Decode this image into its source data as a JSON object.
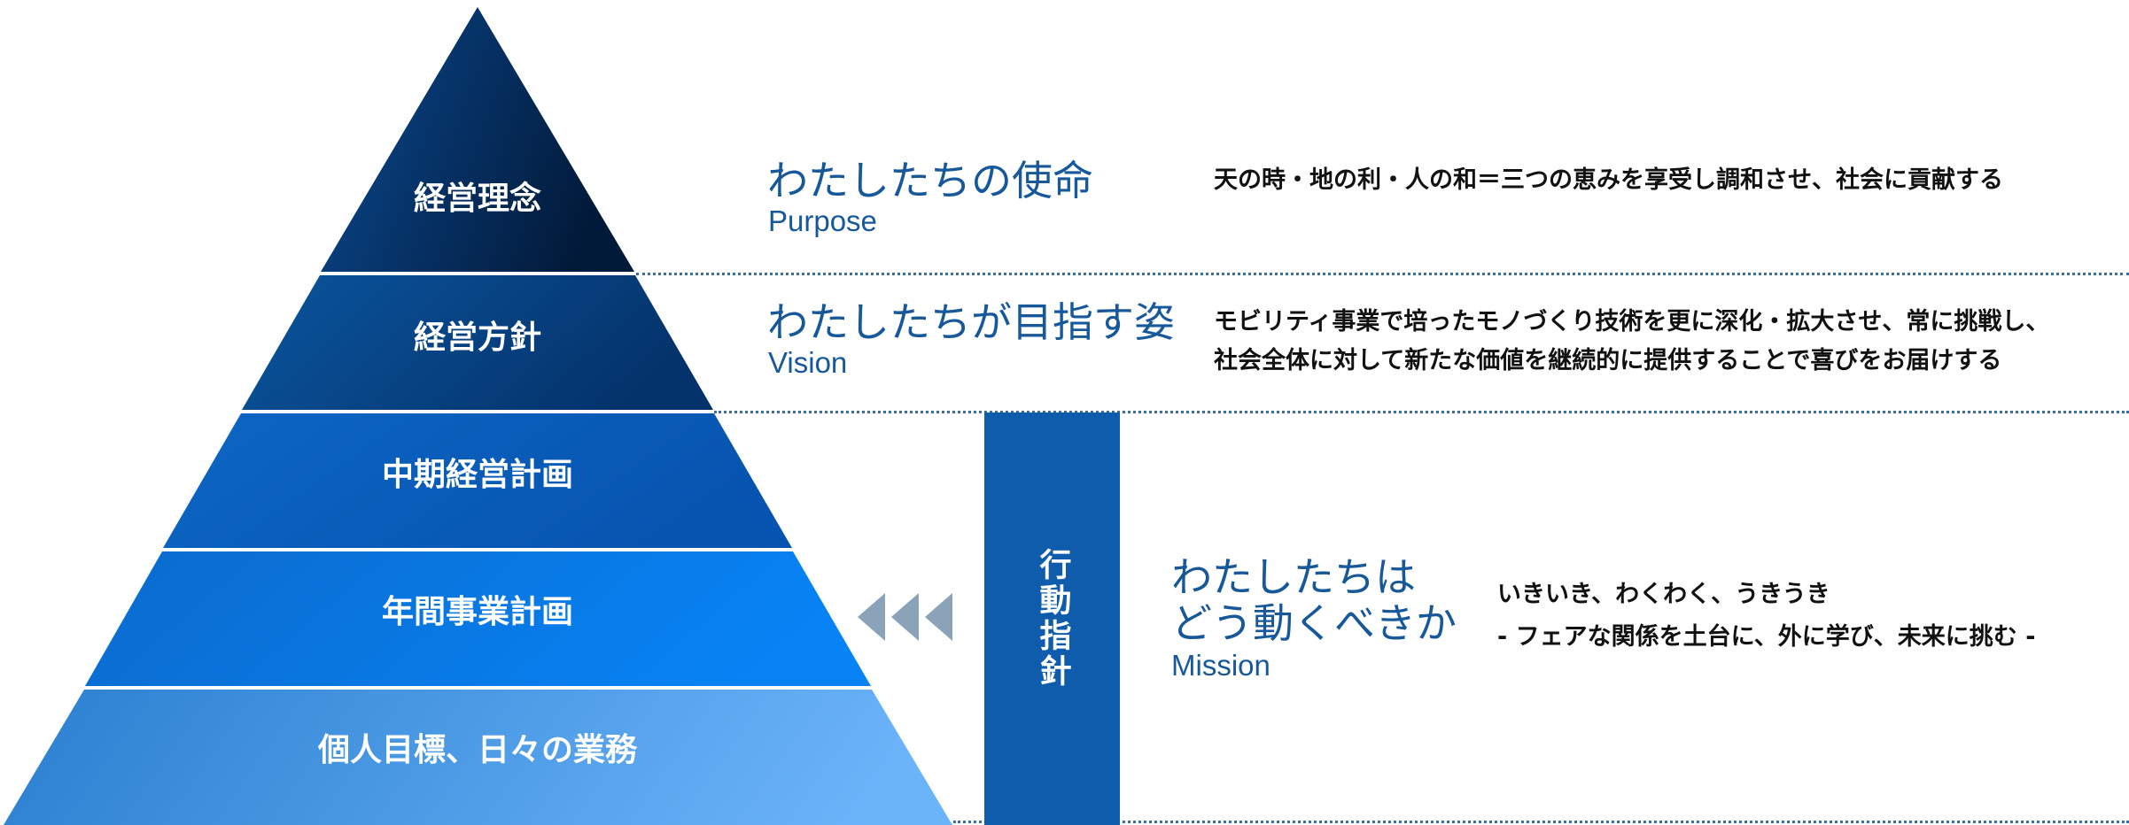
{
  "pyramid": {
    "levels": [
      {
        "label": "経営理念"
      },
      {
        "label": "経営方針"
      },
      {
        "label": "中期経営計画"
      },
      {
        "label": "年間事業計画"
      },
      {
        "label": "個人目標、日々の業務"
      }
    ],
    "colors": [
      "#03244e",
      "#063e7f",
      "#0a5bb8",
      "#0a78e0",
      "#64acf4"
    ]
  },
  "purpose": {
    "title": "わたしたちの使命",
    "subtitle": "Purpose",
    "text": "天の時・地の利・人の和＝三つの恵みを享受し調和させ、社会に貢献する"
  },
  "vision": {
    "title": "わたしたちが目指す姿",
    "subtitle": "Vision",
    "text_line1": "モビリティ事業で培ったモノづくり技術を更に深化・拡大させ、常に挑戦し、",
    "text_line2": "社会全体に対して新たな価値を継続的に提供することで喜びをお届けする"
  },
  "mission": {
    "pillar_label": "行動指針",
    "title_line1": "わたしたちは",
    "title_line2": "どう動くべきか",
    "subtitle": "Mission",
    "text_line1": "いきいき、わくわく、うきうき",
    "text_line2": "- フェアな関係を土台に、外に学び、未来に挑む -"
  },
  "arrows": {
    "icon": "triple-chevron-left-icon",
    "color": "#8aa3b8"
  }
}
